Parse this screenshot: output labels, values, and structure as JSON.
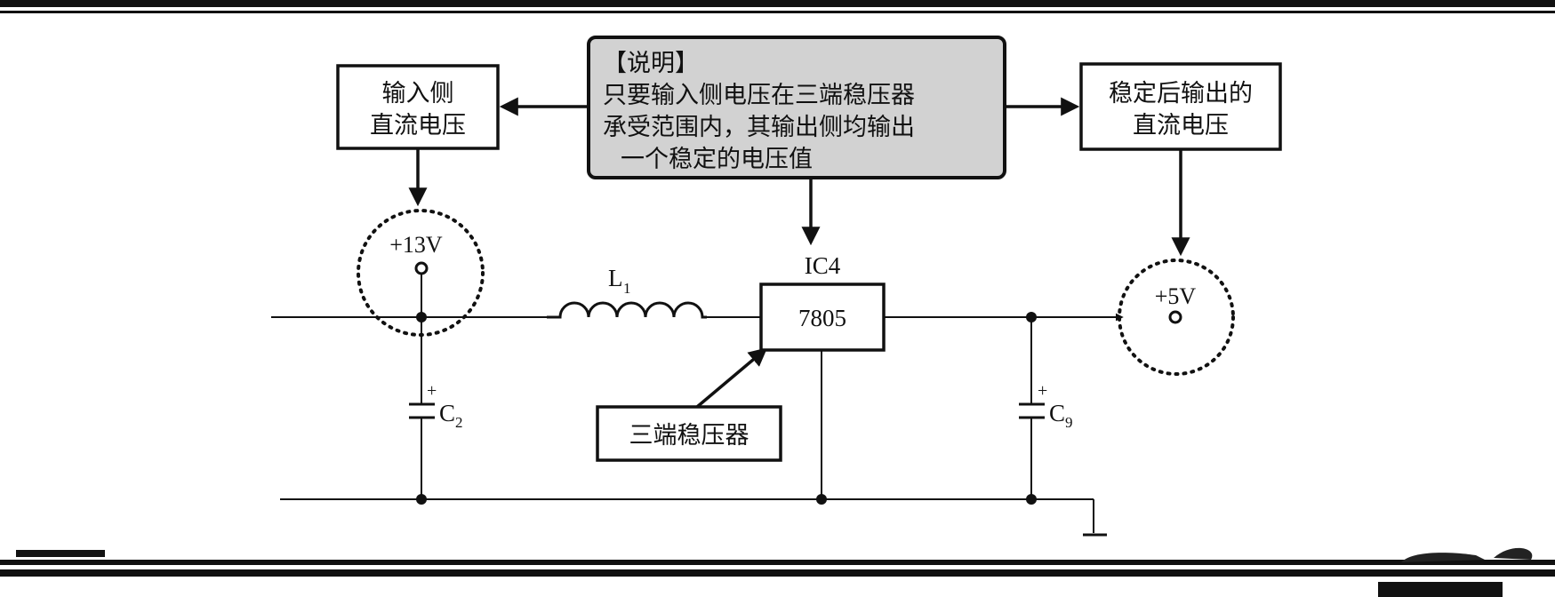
{
  "note": {
    "title": "【说明】",
    "line1": "只要输入侧电压在三端稳压器",
    "line2": "承受范围内，其输出侧均输出",
    "line3": "一个稳定的电压值"
  },
  "input_label": {
    "line1": "输入侧",
    "line2": "直流电压"
  },
  "output_label": {
    "line1": "稳定后输出的",
    "line2": "直流电压"
  },
  "regulator_label": "三端稳压器",
  "components": {
    "input_voltage": "+13V",
    "output_voltage": "+5V",
    "inductor": "L",
    "inductor_sub": "1",
    "ic_ref": "IC4",
    "ic_part": "7805",
    "cap_in": "C",
    "cap_in_sub": "2",
    "cap_out": "C",
    "cap_out_sub": "9",
    "plus_sign": "+"
  },
  "colors": {
    "note_fill": "#d2d2d2",
    "ink": "#111111"
  }
}
